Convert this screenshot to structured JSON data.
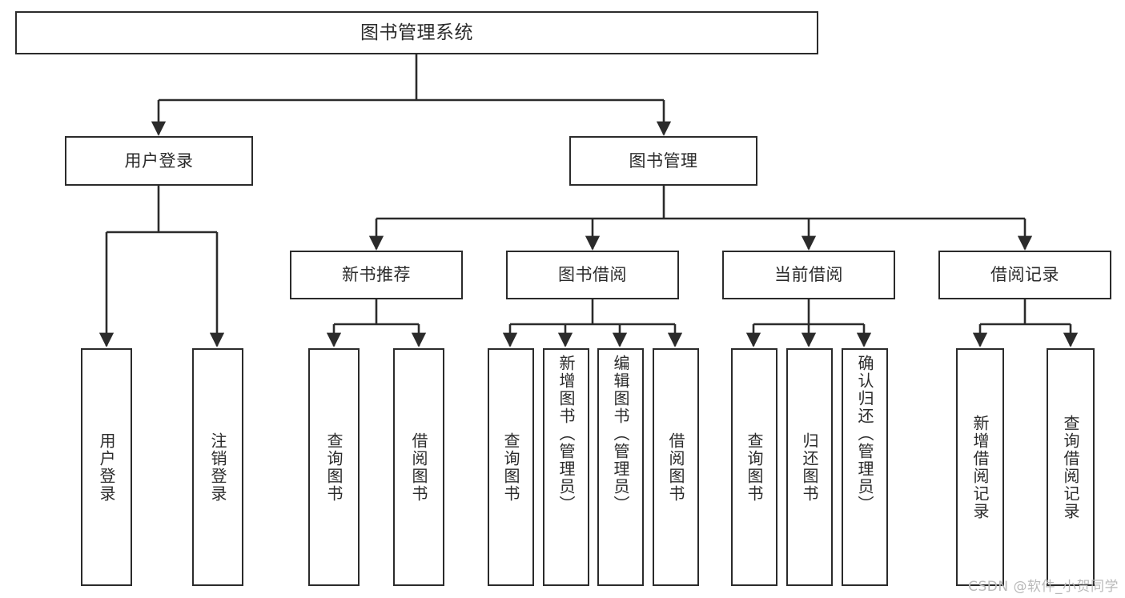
{
  "diagram": {
    "title": "图书管理系统",
    "type": "tree-hierarchy",
    "watermark": "CSDN @软件_小贺同学",
    "colors": {
      "background": "#ffffff",
      "box_border": "#2b2b2b",
      "box_fill": "#ffffff",
      "text": "#2b2b2b",
      "edge": "#2b2b2b",
      "watermark": "#b9b9b9"
    },
    "nodes": {
      "root": {
        "label": "图书管理系统"
      },
      "level2": [
        {
          "id": "user-login",
          "label": "用户登录"
        },
        {
          "id": "book-manage",
          "label": "图书管理"
        }
      ],
      "level3": [
        {
          "id": "new-book-recommend",
          "label": "新书推荐"
        },
        {
          "id": "book-borrow",
          "label": "图书借阅"
        },
        {
          "id": "current-borrow",
          "label": "当前借阅"
        },
        {
          "id": "borrow-record",
          "label": "借阅记录"
        }
      ],
      "leaves": {
        "user-login": [
          {
            "id": "leaf-user-login",
            "label": "用户登录"
          },
          {
            "id": "leaf-logout-login",
            "label": "注销登录"
          }
        ],
        "new-book-recommend": [
          {
            "id": "leaf-query-book-1",
            "label": "查询图书"
          },
          {
            "id": "leaf-borrow-book-1",
            "label": "借阅图书"
          }
        ],
        "book-borrow": [
          {
            "id": "leaf-query-book-2",
            "label": "查询图书"
          },
          {
            "id": "leaf-add-book",
            "label": "新增图书（管理员）"
          },
          {
            "id": "leaf-edit-book",
            "label": "编辑图书（管理员）"
          },
          {
            "id": "leaf-borrow-book-2",
            "label": "借阅图书"
          }
        ],
        "current-borrow": [
          {
            "id": "leaf-query-book-3",
            "label": "查询图书"
          },
          {
            "id": "leaf-return-book",
            "label": "归还图书"
          },
          {
            "id": "leaf-confirm-return",
            "label": "确认归还（管理员）"
          }
        ],
        "borrow-record": [
          {
            "id": "leaf-add-record",
            "label": "新增借阅记录"
          },
          {
            "id": "leaf-query-record",
            "label": "查询借阅记录"
          }
        ]
      }
    }
  }
}
